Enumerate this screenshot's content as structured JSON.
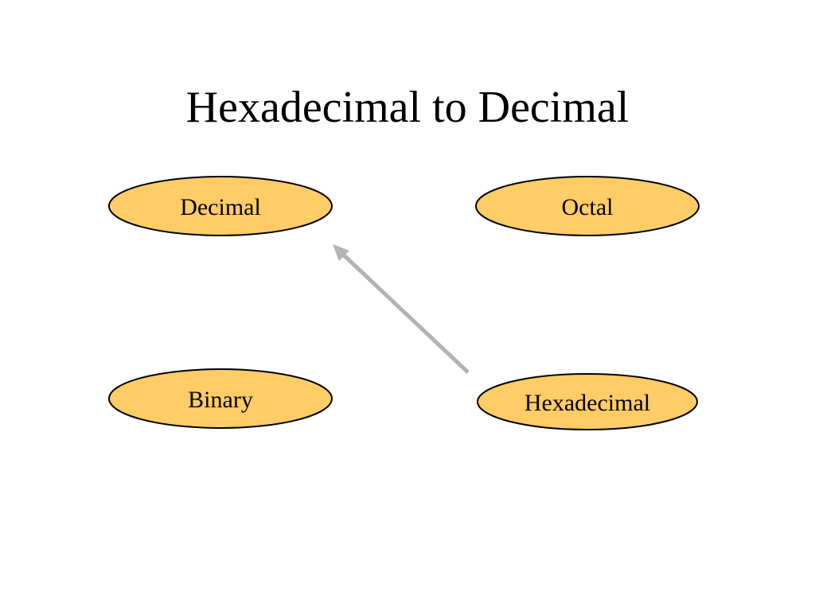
{
  "slide": {
    "title": "Hexadecimal to Decimal"
  },
  "nodes": [
    {
      "id": "decimal",
      "label": "Decimal"
    },
    {
      "id": "octal",
      "label": "Octal"
    },
    {
      "id": "binary",
      "label": "Binary"
    },
    {
      "id": "hexadecimal",
      "label": "Hexadecimal"
    }
  ],
  "arrow": {
    "from": "hexadecimal",
    "to": "decimal"
  },
  "colors": {
    "node_fill": "#FFCC66",
    "node_stroke": "#000000",
    "arrow": "#B3B3B3",
    "text": "#000000",
    "background": "#FFFFFF"
  }
}
